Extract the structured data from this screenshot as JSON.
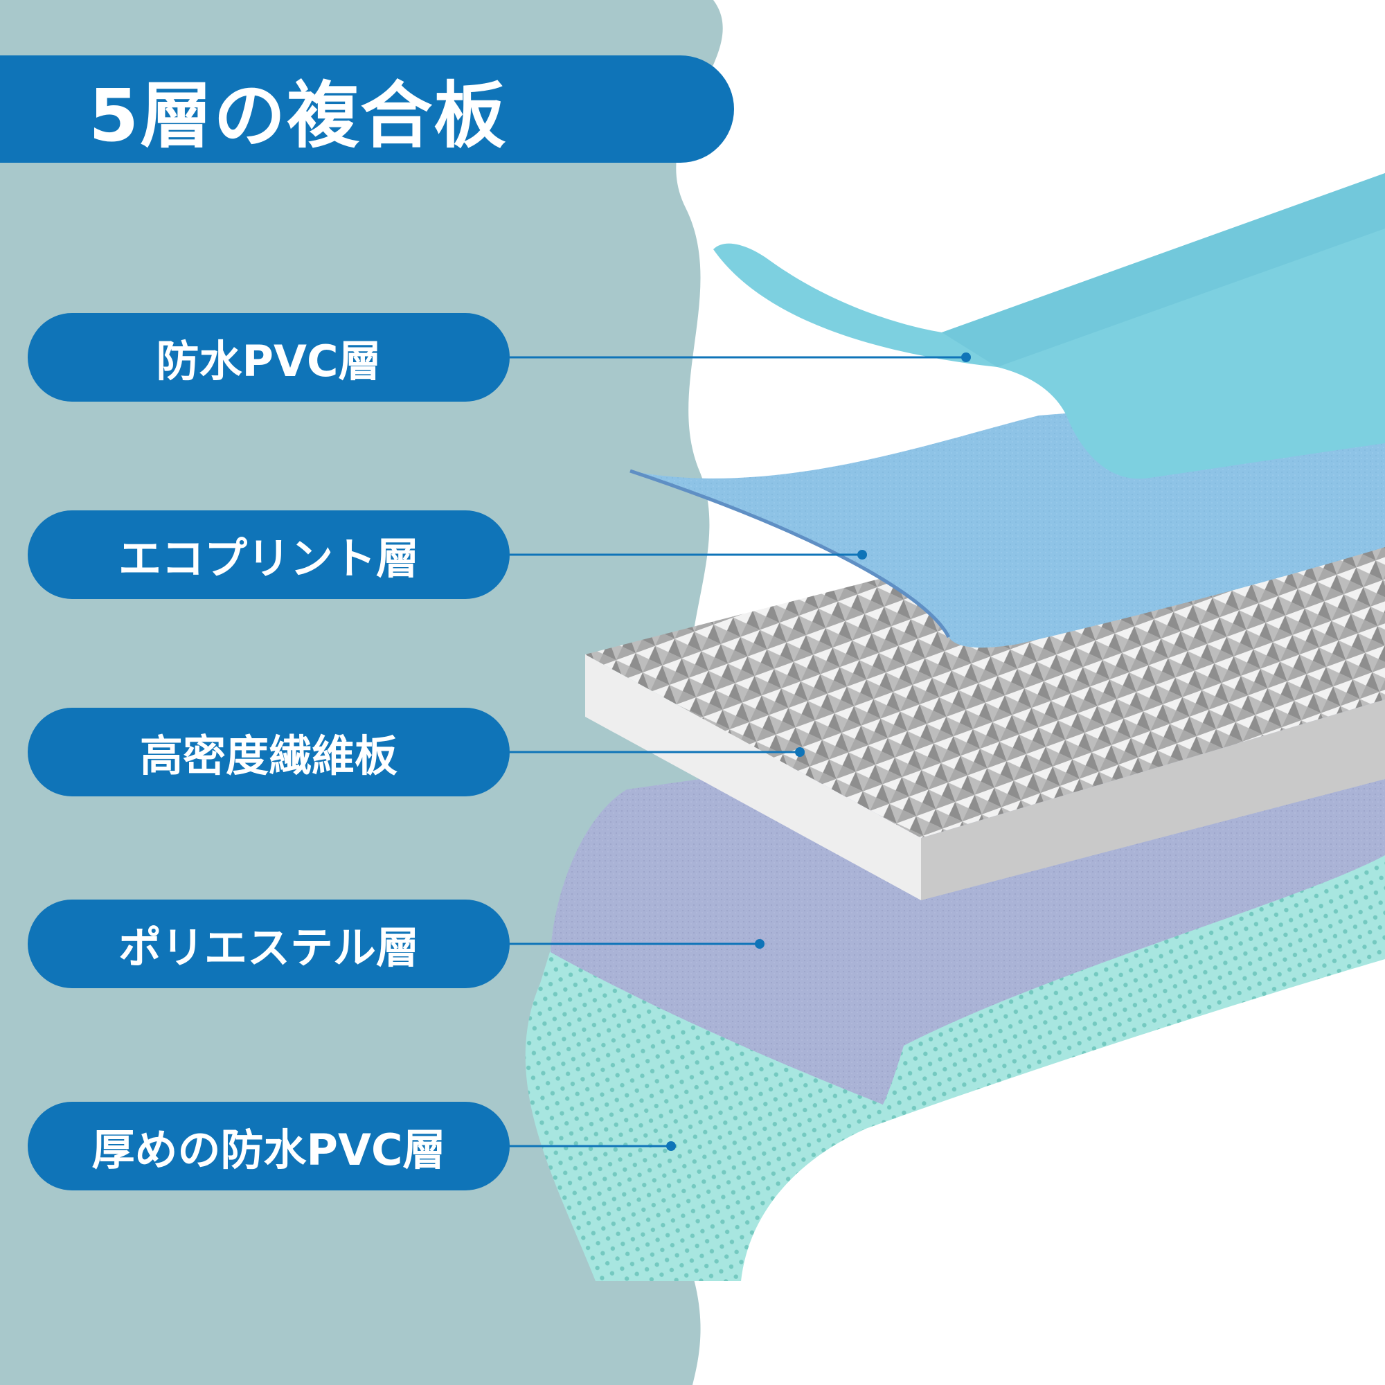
{
  "title": "5層の複合板",
  "layers": [
    {
      "label": "防水PVC層",
      "icon": "waterproof-pvc-layer"
    },
    {
      "label": "エコプリント層",
      "icon": "eco-print-layer"
    },
    {
      "label": "高密度繊維板",
      "icon": "high-density-fiberboard-layer"
    },
    {
      "label": "ポリエステル層",
      "icon": "polyester-layer"
    },
    {
      "label": "厚めの防水PVC層",
      "icon": "thick-waterproof-pvc-layer"
    }
  ],
  "colors": {
    "side_panel": "#a8c8cb",
    "pill": "#0f74b8",
    "pill_text": "#ffffff",
    "connector": "#0f74b8",
    "layer_pvc": "#7dd0e0",
    "layer_eco_print": "#8ec3e6",
    "layer_fiberboard": "#e8e8e8",
    "layer_polyester": "#aab3d6",
    "layer_thick_pvc": "#a8e6e0"
  }
}
